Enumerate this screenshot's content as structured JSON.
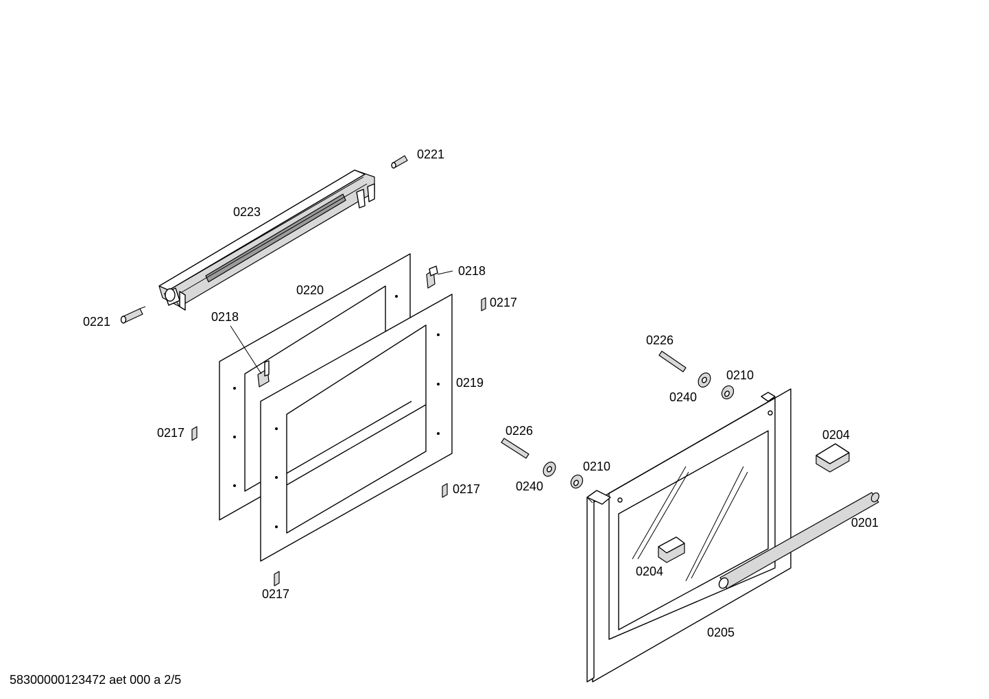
{
  "labels": {
    "p0221_top": "0221",
    "p0223": "0223",
    "p0221_left": "0221",
    "p0218_top": "0218",
    "p0220": "0220",
    "p0217_tr": "0217",
    "p0218_left": "0218",
    "p0219": "0219",
    "p0217_left": "0217",
    "p0217_mid": "0217",
    "p0217_bottom": "0217",
    "p0226_top": "0226",
    "p0210_top": "0210",
    "p0240_top": "0240",
    "p0226_mid": "0226",
    "p0210_mid": "0210",
    "p0240_mid": "0240",
    "p0204_right": "0204",
    "p0201": "0201",
    "p0204_door": "0204",
    "p0205": "0205"
  },
  "footer": {
    "drawing_code": "58300000123472 aet 000 a 2/5"
  }
}
